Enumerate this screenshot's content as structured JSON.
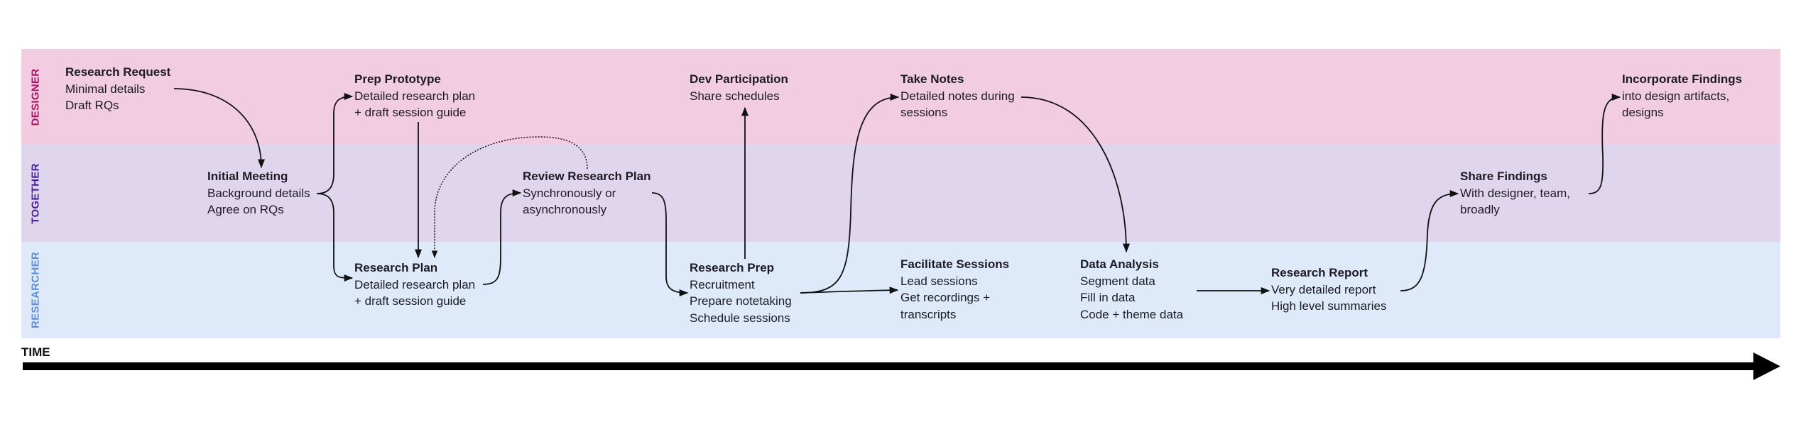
{
  "diagram": {
    "lanes": [
      {
        "id": "designer",
        "label": "DESIGNER",
        "color": "#b3126a",
        "background": "#f2cce0"
      },
      {
        "id": "together",
        "label": "TOGETHER",
        "color": "#4a22a4",
        "background": "#dfd5ed"
      },
      {
        "id": "researcher",
        "label": "RESEARCHER",
        "color": "#5b8fe3",
        "background": "#deeaf9"
      }
    ],
    "time_axis": {
      "label": "TIME"
    },
    "steps": [
      {
        "id": "research-request",
        "lane": "designer",
        "title": "Research Request",
        "lines": [
          "Minimal details",
          "Draft RQs"
        ]
      },
      {
        "id": "initial-meeting",
        "lane": "together",
        "title": "Initial Meeting",
        "lines": [
          "Background details",
          "Agree on RQs"
        ]
      },
      {
        "id": "prep-prototype",
        "lane": "designer",
        "title": "Prep Prototype",
        "lines": [
          "Detailed research plan",
          "+ draft session guide"
        ]
      },
      {
        "id": "research-plan",
        "lane": "researcher",
        "title": "Research Plan",
        "lines": [
          "Detailed research plan",
          "+ draft session guide"
        ]
      },
      {
        "id": "review-research-plan",
        "lane": "together",
        "title": "Review Research Plan",
        "lines": [
          "Synchronously or",
          "asynchronously"
        ]
      },
      {
        "id": "dev-participation",
        "lane": "designer",
        "title": "Dev Participation",
        "lines": [
          "Share schedules"
        ]
      },
      {
        "id": "research-prep",
        "lane": "researcher",
        "title": "Research Prep",
        "lines": [
          "Recruitment",
          "Prepare notetaking",
          "Schedule sessions"
        ]
      },
      {
        "id": "take-notes",
        "lane": "designer",
        "title": "Take Notes",
        "lines": [
          "Detailed notes during",
          "sessions"
        ]
      },
      {
        "id": "facilitate-sessions",
        "lane": "researcher",
        "title": "Facilitate Sessions",
        "lines": [
          "Lead sessions",
          "Get recordings +",
          "transcripts"
        ]
      },
      {
        "id": "data-analysis",
        "lane": "researcher",
        "title": "Data Analysis",
        "lines": [
          "Segment data",
          "Fill in data",
          "Code + theme data"
        ]
      },
      {
        "id": "research-report",
        "lane": "researcher",
        "title": "Research Report",
        "lines": [
          "Very detailed report",
          "High level summaries"
        ]
      },
      {
        "id": "share-findings",
        "lane": "together",
        "title": "Share Findings",
        "lines": [
          "With designer, team,",
          "broadly"
        ]
      },
      {
        "id": "incorporate-findings",
        "lane": "designer",
        "title": "Incorporate Findings",
        "lines": [
          "into design artifacts,",
          "designs"
        ]
      }
    ],
    "connections": [
      {
        "from": "research-request",
        "to": "initial-meeting",
        "style": "solid"
      },
      {
        "from": "initial-meeting",
        "to": "prep-prototype",
        "style": "solid"
      },
      {
        "from": "initial-meeting",
        "to": "research-plan",
        "style": "solid"
      },
      {
        "from": "prep-prototype",
        "to": "research-plan",
        "style": "solid"
      },
      {
        "from": "review-research-plan",
        "to": "research-plan",
        "style": "dotted"
      },
      {
        "from": "research-plan",
        "to": "review-research-plan",
        "style": "solid"
      },
      {
        "from": "review-research-plan",
        "to": "research-prep",
        "style": "solid"
      },
      {
        "from": "research-prep",
        "to": "dev-participation",
        "style": "solid"
      },
      {
        "from": "research-prep",
        "to": "take-notes",
        "style": "solid"
      },
      {
        "from": "research-prep",
        "to": "facilitate-sessions",
        "style": "solid"
      },
      {
        "from": "take-notes",
        "to": "data-analysis",
        "style": "solid"
      },
      {
        "from": "data-analysis",
        "to": "research-report",
        "style": "solid"
      },
      {
        "from": "research-report",
        "to": "share-findings",
        "style": "solid"
      },
      {
        "from": "share-findings",
        "to": "incorporate-findings",
        "style": "solid"
      }
    ]
  }
}
